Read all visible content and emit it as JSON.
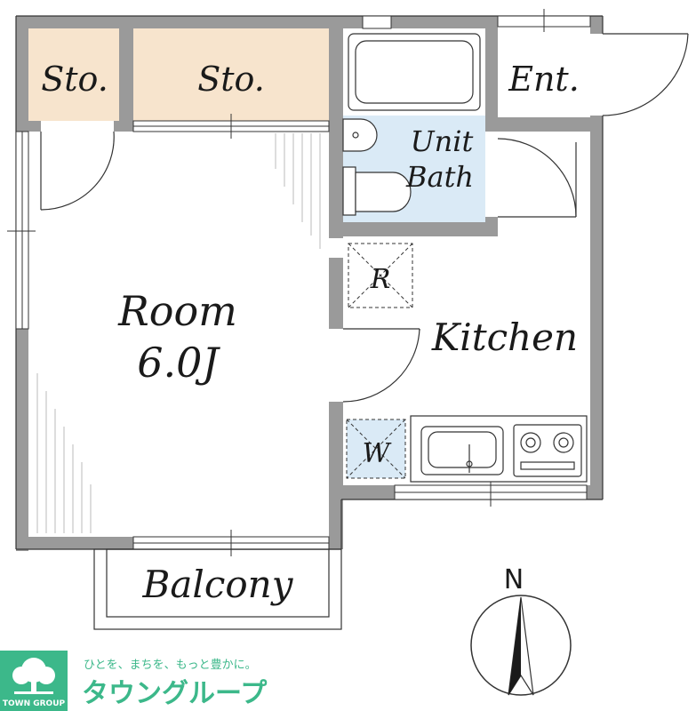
{
  "rooms": {
    "storage_1": "Sto.",
    "storage_2": "Sto.",
    "entrance": "Ent.",
    "unit_bath_line1": "Unit",
    "unit_bath_line2": "Bath",
    "fridge": "R",
    "room_line1": "Room",
    "room_line2": "6.0J",
    "kitchen": "Kitchen",
    "washer": "W",
    "balcony": "Balcony"
  },
  "compass": {
    "north": "N"
  },
  "logo": {
    "tagline": "ひとを、まちを、もっと豊かに。",
    "name": "タウングループ",
    "mark_text": "TOWN GROUP"
  },
  "colors": {
    "wall": "#9a9a9a",
    "storage_fill": "#f7e4cd",
    "bath_fill": "#daeaf6",
    "washer_fill": "#daeaf6",
    "logo_green": "#3cb88a"
  }
}
